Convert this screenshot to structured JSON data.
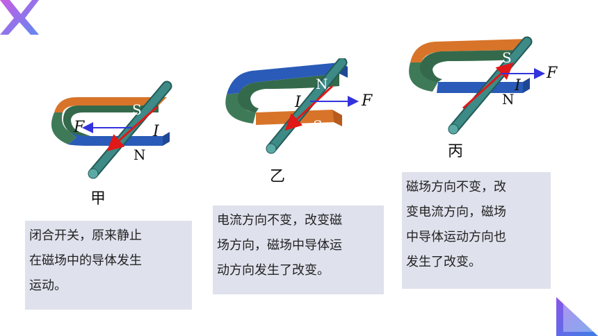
{
  "figures": [
    {
      "label": "甲",
      "pole_top": "S",
      "pole_bottom": "N",
      "force": "F",
      "current": "I"
    },
    {
      "label": "乙",
      "pole_top": "N",
      "pole_bottom": "S",
      "force": "F",
      "current": "I"
    },
    {
      "label": "丙",
      "pole_top": "S",
      "pole_bottom": "N",
      "force": "F",
      "current": "I"
    }
  ],
  "textboxes": [
    {
      "lines": [
        "闭合开关，原来静止",
        "在磁场中的导体发生",
        "运动。"
      ]
    },
    {
      "lines": [
        "电流方向不变，改变磁",
        "场方向，磁场中导体运",
        "动方向发生了改变。"
      ]
    },
    {
      "lines": [
        "磁场方向不变，改",
        "变电流方向，磁场",
        "中导体运动方向也",
        "发生了改变。"
      ]
    }
  ],
  "colors": {
    "magnet_orange": "#d8742a",
    "magnet_green": "#3f7a58",
    "magnet_blue": "#2a5bb8",
    "rod": "#3d8a86",
    "current_arrow": "#e01818",
    "force_arrow": "#3333dd",
    "textbox_bg": "#dfe1ec",
    "deco_purple": "#8a55e8",
    "deco_blue": "#3c7fe6"
  }
}
